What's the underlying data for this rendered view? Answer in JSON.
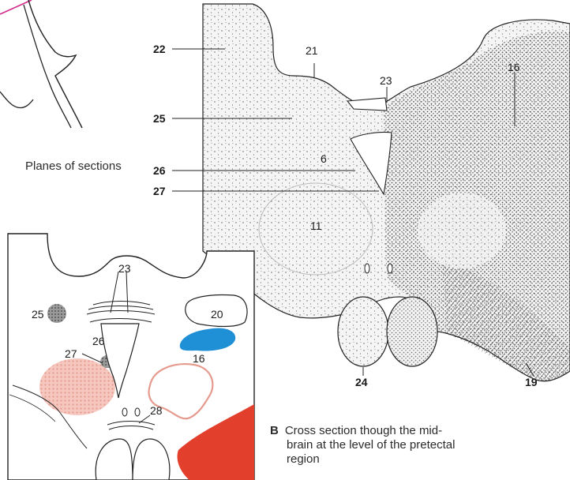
{
  "planes_caption": "Planes of sections",
  "caption": {
    "letter": "B",
    "line1": "Cross section though the mid-",
    "line2": "brain at the level of the pretectal",
    "line3": "region"
  },
  "section_labels": {
    "l22": "22",
    "l21": "21",
    "l23": "23",
    "l16": "16",
    "l25": "25",
    "l6": "6",
    "l26": "26",
    "l27": "27",
    "l11": "11",
    "l24": "24",
    "l19": "19"
  },
  "schematic_labels": {
    "l23": "23",
    "l25": "25",
    "l20": "20",
    "l26": "26",
    "l27": "27",
    "l16": "16",
    "l28": "28"
  },
  "colors": {
    "blue_nucleus": "#1f8fd6",
    "red_region": "#e2402c",
    "pink_region": "#f2b7ad",
    "outline": "#222222",
    "section_fill": "#f4f4f4",
    "magenta_line": "#d02a8a"
  }
}
